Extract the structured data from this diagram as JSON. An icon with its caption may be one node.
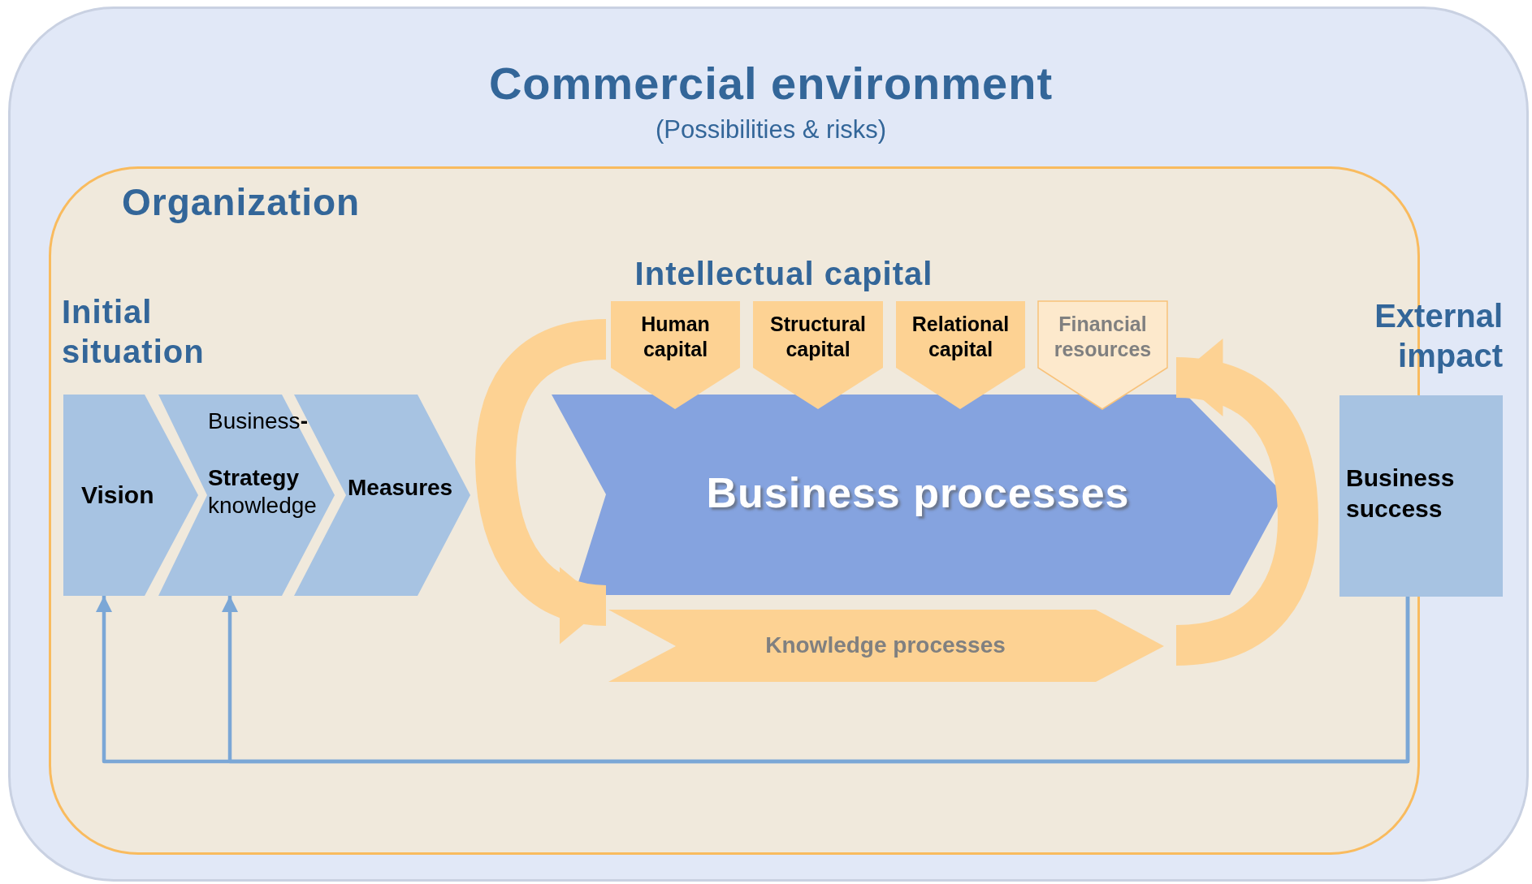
{
  "diagram": {
    "nodes": [
      {
        "text": [
          "Commercial environment",
          "(Possibilities & risks)"
        ]
      },
      {
        "text": [
          "Organization"
        ],
        "in": 0
      },
      {
        "text": [
          "Vision"
        ],
        "in": 1
      },
      {
        "text": [
          "Business**-**",
          "**Strategy** knowledge"
        ],
        "in": 1
      },
      {
        "text": [
          "Measures"
        ],
        "in": 1
      },
      {
        "text": [
          "Human capital"
        ],
        "in": 1
      },
      {
        "text": [
          "Structural capital"
        ],
        "in": 1
      },
      {
        "text": [
          "Relational capital"
        ],
        "in": 1
      },
      {
        "text": [
          "Financial resources"
        ],
        "in": 1
      },
      {
        "text": [
          "Business processes"
        ],
        "in": 1
      },
      {
        "text": [
          "Knowledge processes"
        ],
        "in": 1
      },
      {
        "text": [
          "External impact",
          "Business success"
        ],
        "in": 0
      }
    ],
    "edges": [
      {
        "from": 11,
        "to": 2,
        "arrow": "to"
      },
      {
        "from": 11,
        "to": 3,
        "arrow": "to"
      },
      {
        "from": 5,
        "to": 10,
        "arrow": "to",
        "style": "thick",
        "color": "#fdd293"
      },
      {
        "from": 10,
        "to": 8,
        "arrow": "to",
        "style": "thick",
        "color": "#fdd293"
      }
    ],
    "labels": [
      "Initial situation",
      "Intellectual capital"
    ]
  }
}
